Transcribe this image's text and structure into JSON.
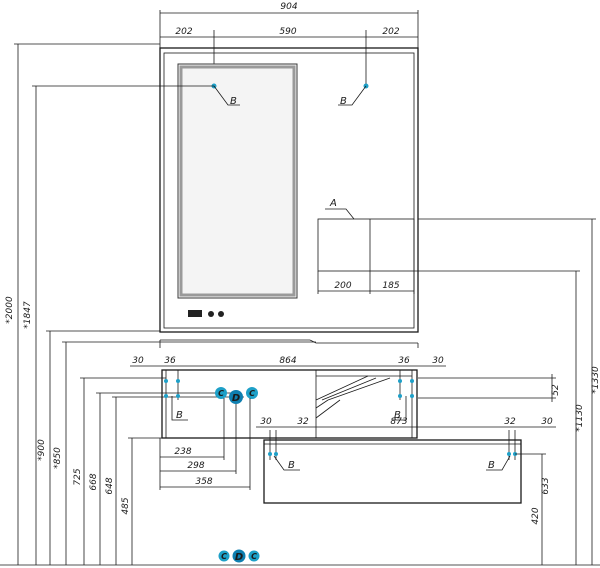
{
  "dimensions": {
    "overall_width": "904",
    "mirror_left": "202",
    "mirror_center": "590",
    "mirror_right": "202",
    "total_height": "*2000",
    "mirror_top_height": "*1847",
    "shelf_200": "200",
    "shelf_185": "185",
    "cab_left_30": "30",
    "cab_left_36": "36",
    "cab_width": "864",
    "cab_right_36": "36",
    "cab_right_30": "30",
    "height_52": "52",
    "lower_30": "30",
    "lower_32": "32",
    "lower_width": "873",
    "lower_right_32": "32",
    "lower_right_30": "30",
    "h_900": "*900",
    "h_850": "*850",
    "h_725": "725",
    "h_668": "668",
    "h_648": "648",
    "h_485": "485",
    "h_1130": "*1130",
    "h_1330": "*1330",
    "h_633": "633",
    "h_420": "420",
    "w_238": "238",
    "w_298": "298",
    "w_358": "358"
  },
  "labels": {
    "point_b": "B",
    "point_a": "A",
    "badge_c": "C",
    "badge_d": "D"
  },
  "colors": {
    "marker": "#1ea0c8",
    "marker_dark": "#0f7fb0",
    "line": "#1a1a1a"
  }
}
